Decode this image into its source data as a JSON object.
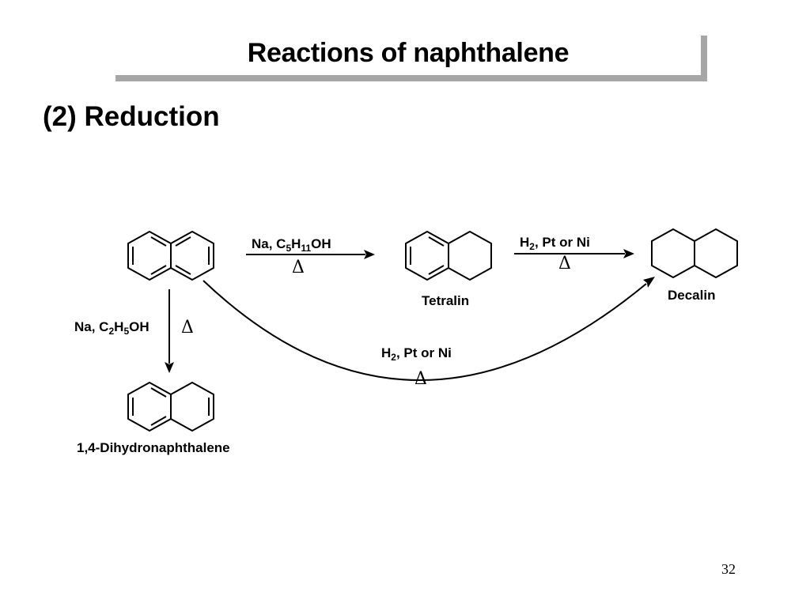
{
  "slide": {
    "title": "Reactions of naphthalene",
    "subtitle": "(2) Reduction",
    "page_number": "32"
  },
  "compounds": {
    "tetralin": "Tetralin",
    "decalin": "Decalin",
    "dihydro": "1,4-Dihydronaphthalene"
  },
  "reagents": {
    "r1": {
      "a": "Na, C",
      "s1": "5",
      "b": "H",
      "s2": "11",
      "c": "OH",
      "delta": "Δ"
    },
    "r2": {
      "a": "H",
      "s1": "2",
      "b": ", Pt or Ni",
      "delta": "Δ"
    },
    "r3": {
      "a": "Na, C",
      "s1": "2",
      "b": "H",
      "s2": "5",
      "c": "OH",
      "delta": "Δ"
    },
    "r4": {
      "a": "H",
      "s1": "2",
      "b": ", Pt or Ni",
      "delta": "Δ"
    }
  }
}
